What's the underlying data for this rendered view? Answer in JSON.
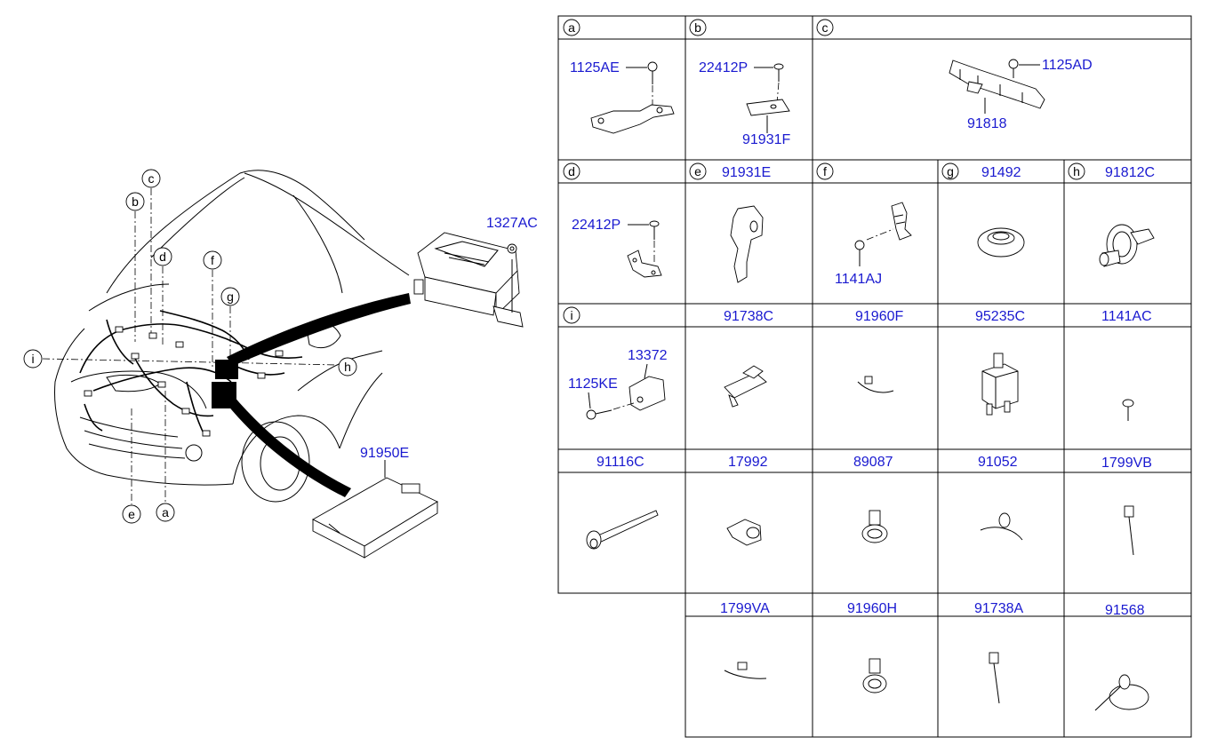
{
  "callouts": {
    "a": "a",
    "b": "b",
    "c": "c",
    "d": "d",
    "e": "e",
    "f": "f",
    "g": "g",
    "h": "h",
    "i": "i"
  },
  "main_labels": {
    "relay_box_nut": "1327AC",
    "fuse_box_cover": "91950E"
  },
  "table": {
    "row1": {
      "a": {
        "letter": "a",
        "parts": [
          "1125AE"
        ]
      },
      "b": {
        "letter": "b",
        "parts": [
          "22412P",
          "91931F"
        ]
      },
      "c": {
        "letter": "c",
        "parts": [
          "1125AD",
          "91818"
        ]
      }
    },
    "row2": {
      "d": {
        "letter": "d",
        "parts": [
          "22412P"
        ]
      },
      "e": {
        "letter": "e",
        "header": "91931E"
      },
      "f": {
        "letter": "f",
        "parts": [
          "1141AJ"
        ]
      },
      "g": {
        "letter": "g",
        "header": "91492"
      },
      "h": {
        "letter": "h",
        "header": "91812C"
      }
    },
    "row3": {
      "i": {
        "letter": "i",
        "parts": [
          "13372",
          "1125KE"
        ]
      },
      "headers": [
        "91738C",
        "91960F",
        "95235C",
        "1141AC"
      ]
    },
    "row4": {
      "headers": [
        "91116C",
        "17992",
        "89087",
        "91052",
        "1799VB"
      ]
    },
    "row5": {
      "headers": [
        "1799VA",
        "91960H",
        "91738A",
        "91568"
      ]
    }
  },
  "colors": {
    "part_number": "#1a1ad0",
    "line": "#000000"
  }
}
